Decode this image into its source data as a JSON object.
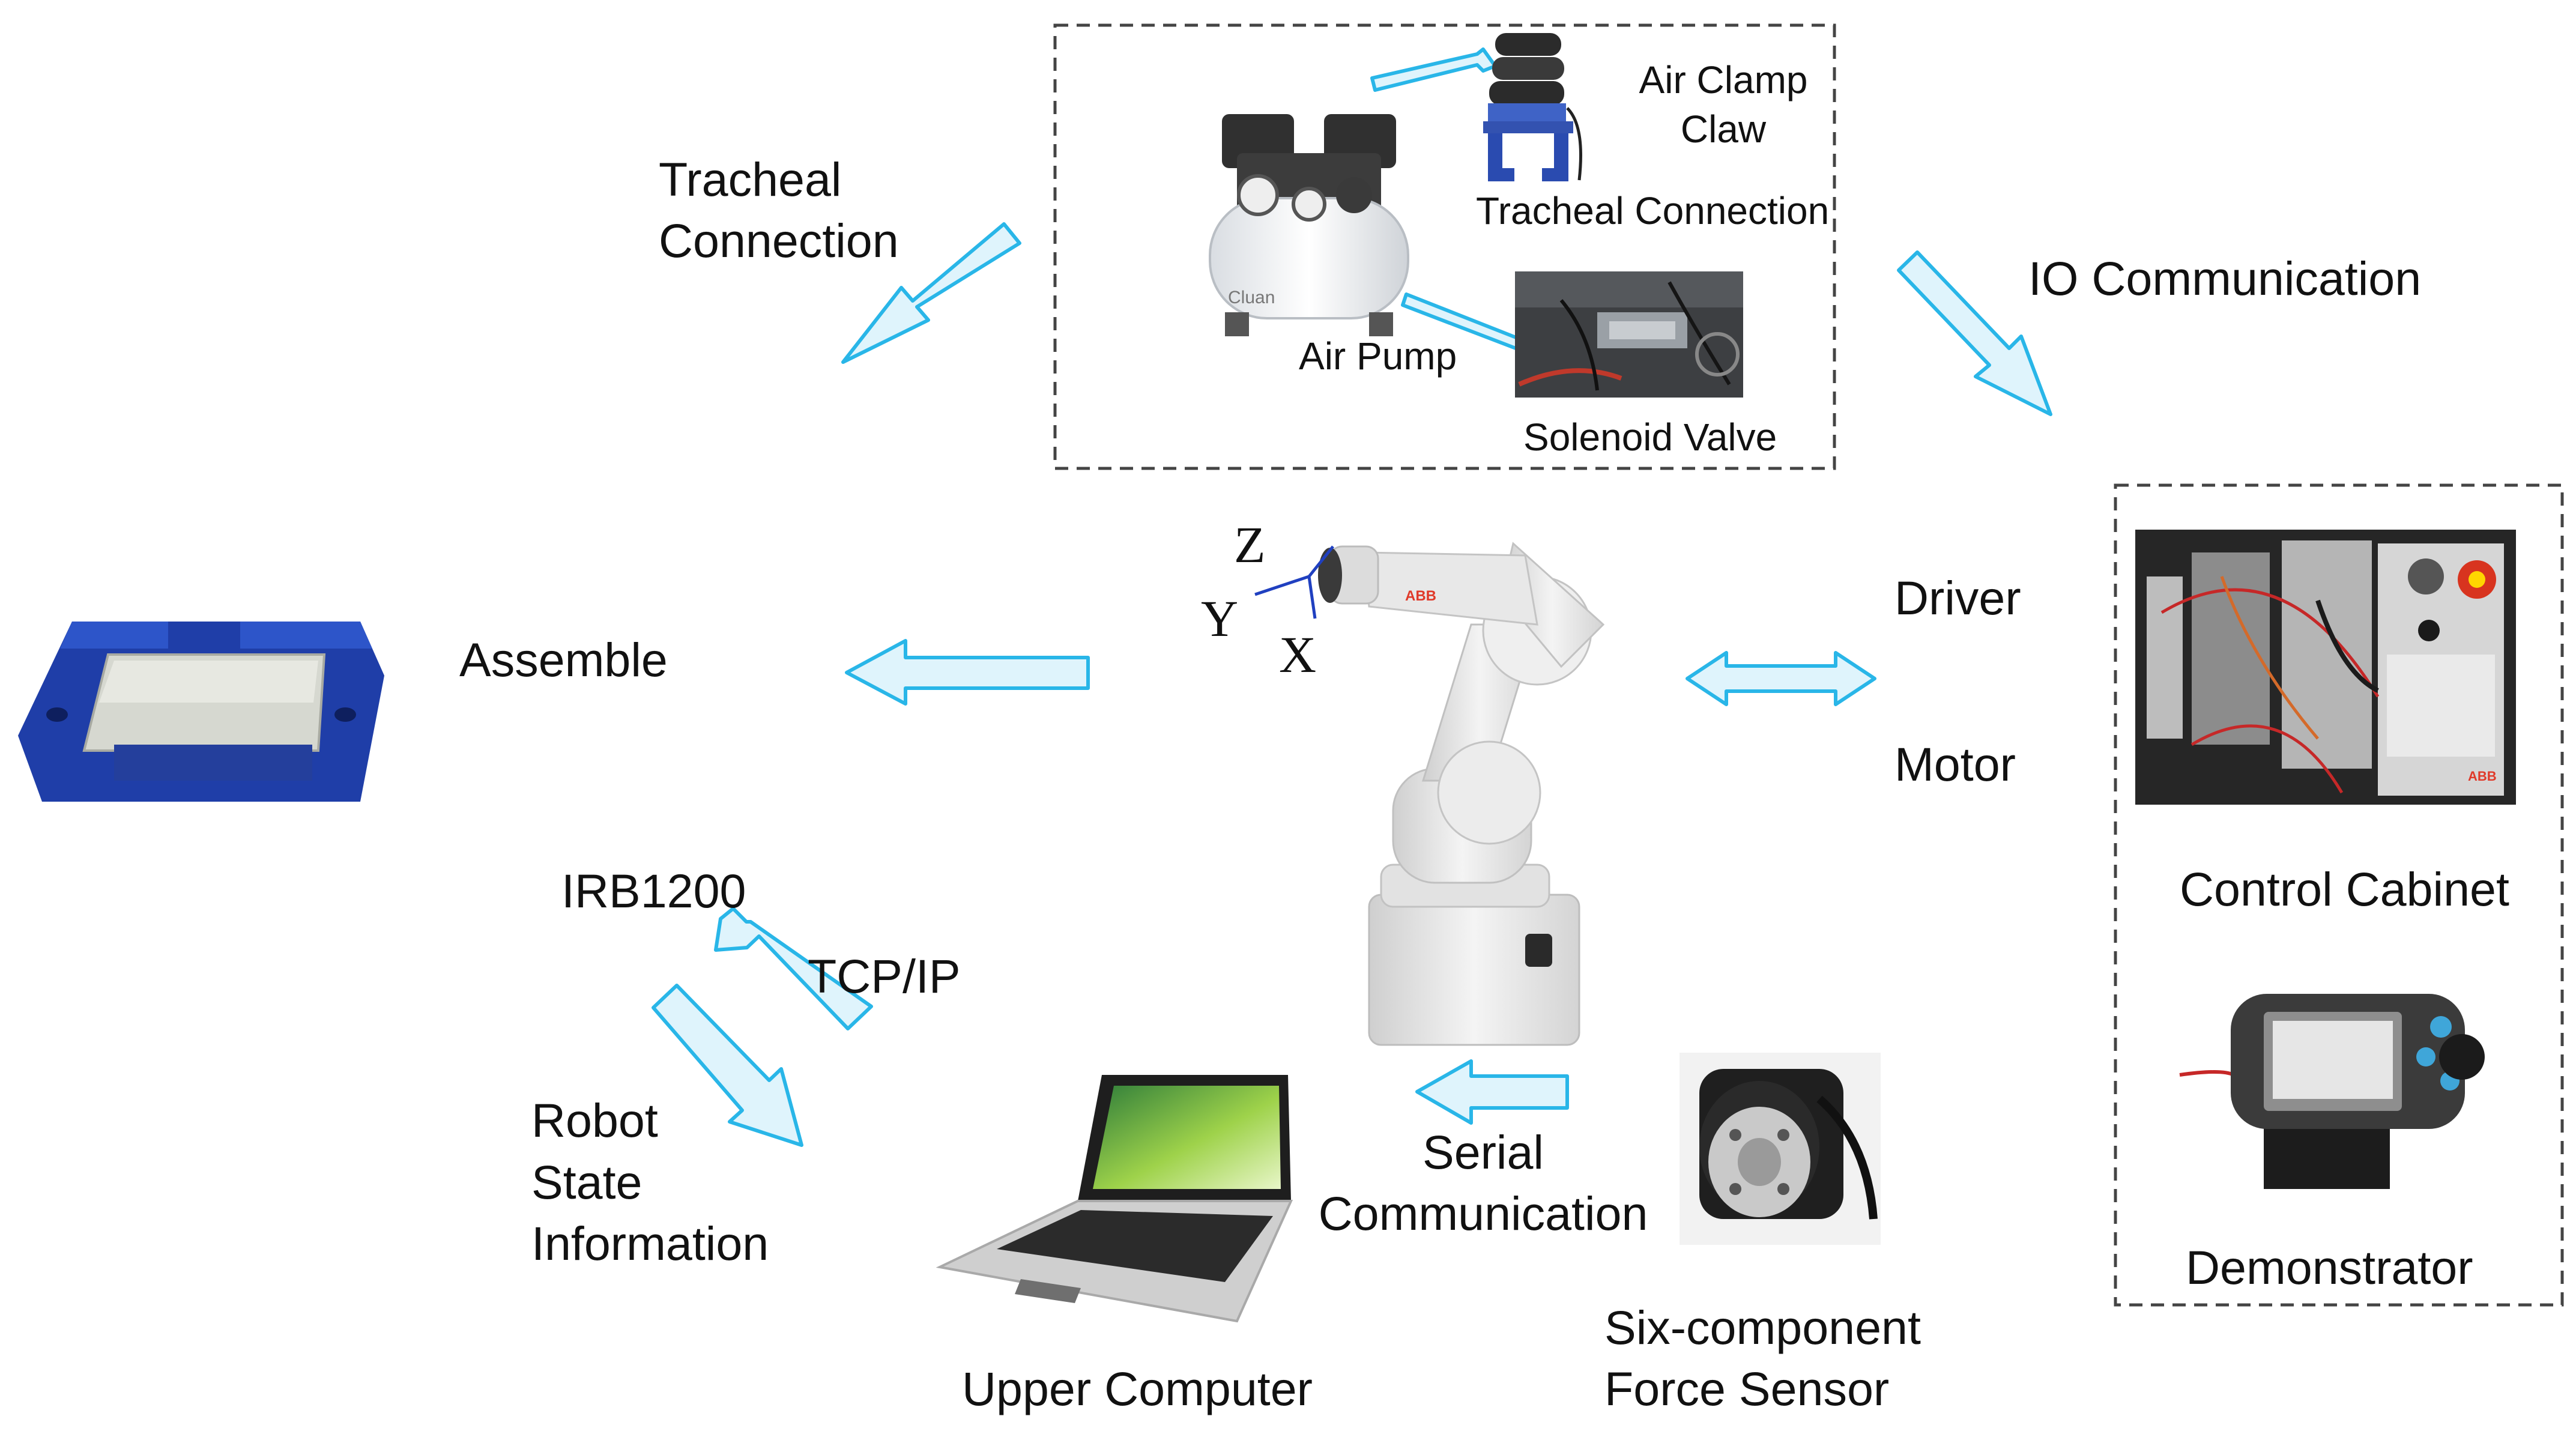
{
  "colors": {
    "arrow_fill": "#dff4fc",
    "arrow_stroke": "#29b6e8",
    "box_border": "#444444",
    "robot_body": "#e9e9e9",
    "tray_blue": "#1f3ea8",
    "tray_inner": "#d6d8d0",
    "cabinet_dark": "#262626",
    "laptop_screen": "#7ab648"
  },
  "labels": {
    "tracheal_connection_left": [
      "Tracheal",
      "Connection"
    ],
    "air_clamp_claw": [
      "Air Clamp",
      "Claw"
    ],
    "tracheal_connection_inner": "Tracheal Connection",
    "air_pump": "Air Pump",
    "solenoid_valve": "Solenoid Valve",
    "io_communication": "IO Communication",
    "axis_z": "Z",
    "axis_y": "Y",
    "axis_x": "X",
    "assemble": "Assemble",
    "driver": "Driver",
    "motor": "Motor",
    "control_cabinet": "Control Cabinet",
    "irb1200": "IRB1200",
    "tcp_ip": "TCP/IP",
    "robot_state_information": [
      "Robot",
      "State",
      "Information"
    ],
    "serial_communication": [
      "Serial",
      "Communication"
    ],
    "six_component_force_sensor": [
      "Six-component",
      "Force Sensor"
    ],
    "upper_computer": "Upper Computer",
    "demonstrator": "Demonstrator"
  },
  "icons": [
    "air-pump-icon",
    "air-clamp-claw-icon",
    "solenoid-valve-icon",
    "assembly-tray-icon",
    "robot-arm-icon",
    "control-cabinet-icon",
    "teach-pendant-icon",
    "laptop-icon",
    "force-sensor-icon"
  ]
}
